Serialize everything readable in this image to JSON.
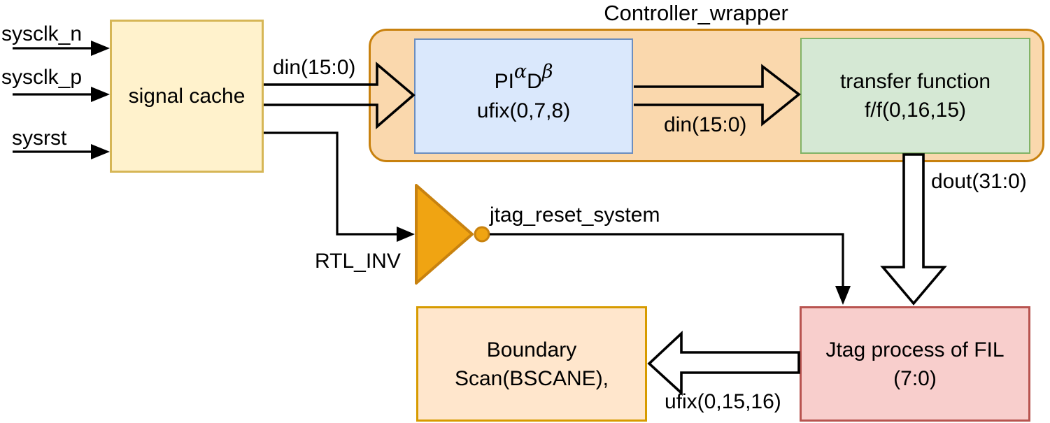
{
  "diagram": {
    "title": "Controller_wrapper",
    "ports": {
      "sysclk_n": "sysclk_n",
      "sysclk_p": "sysclk_p",
      "sysrst": "sysrst"
    },
    "signals": {
      "din_cache": "din(15:0)",
      "din_pid": "din(15:0)",
      "dout": "dout(31:0)",
      "jtag_reset": "jtag_reset_system",
      "ufix_out": "ufix(0,15,16)"
    },
    "blocks": {
      "signal_cache": {
        "label": "signal cache",
        "fill": "#FFF2CC",
        "border": "#D6B656"
      },
      "controller_wrapper": {
        "fill": "#FAD8AD",
        "border": "#C8810E"
      },
      "pid": {
        "base1": "PI",
        "sup1": "α",
        "base2": "D",
        "sup2": "β",
        "line2": "ufix(0,7,8)",
        "fill": "#DAE8FC",
        "border": "#6C8EBF"
      },
      "transfer_function": {
        "line1": "transfer function",
        "line2": "f/f(0,16,15)",
        "fill": "#D5E8D4",
        "border": "#82B366"
      },
      "jtag_process": {
        "line1": "Jtag process of FIL",
        "line2": "(7:0)",
        "fill": "#F8CECC",
        "border": "#B85450"
      },
      "boundary_scan": {
        "line1": "Boundary",
        "line2": "Scan(BSCANE),",
        "fill": "#FFE6CC",
        "border": "#D79B00"
      }
    },
    "inverter": {
      "label": "RTL_INV",
      "fill": "#F0A412",
      "border": "#C8820F"
    }
  }
}
